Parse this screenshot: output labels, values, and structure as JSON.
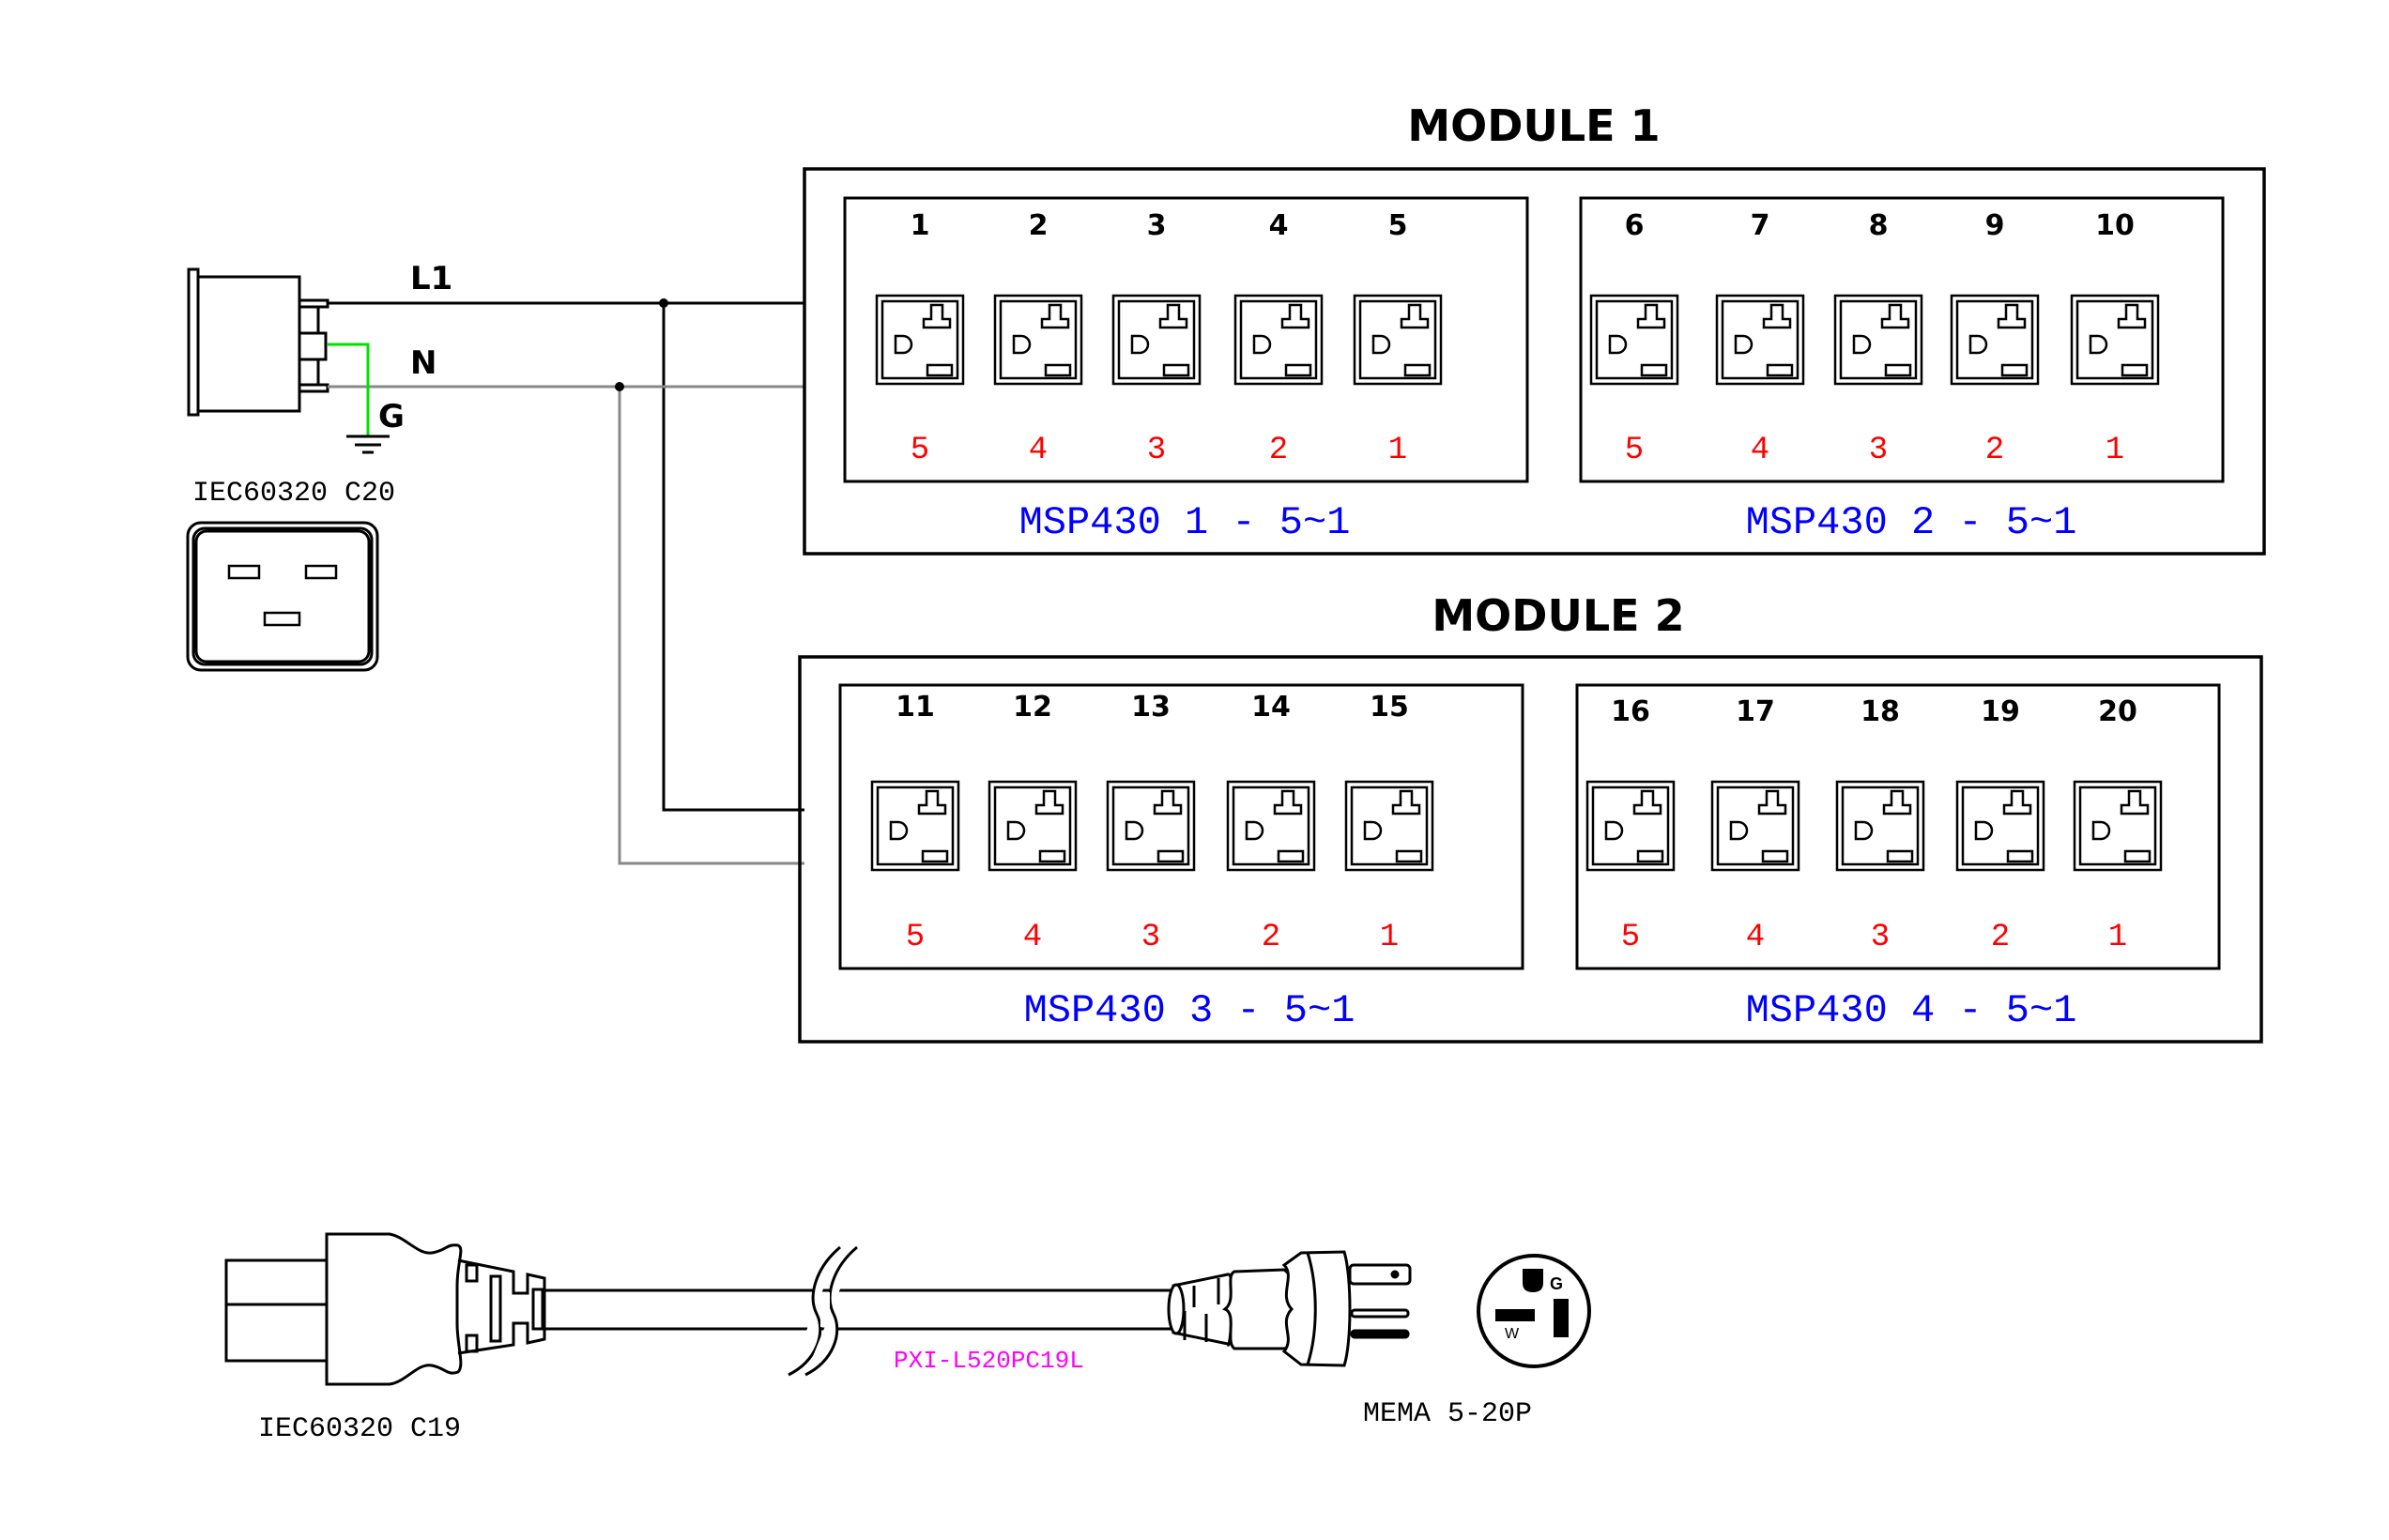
{
  "colors": {
    "line": "#000000",
    "neutral_wire": "#888888",
    "ground_wire": "#00e000",
    "port_number": "#ff0000",
    "group_label": "#0000ff",
    "cord_label": "#ff00ff"
  },
  "inlet": {
    "name": "IEC60320 C20",
    "wires": [
      {
        "label": "L1",
        "role": "line"
      },
      {
        "label": "N",
        "role": "neutral"
      },
      {
        "label": "G",
        "role": "ground"
      }
    ]
  },
  "modules": [
    {
      "title": "MODULE 1",
      "groups": [
        {
          "label": "MSP430 1 - 5~1",
          "outlets": [
            "1",
            "2",
            "3",
            "4",
            "5"
          ],
          "ports": [
            "5",
            "4",
            "3",
            "2",
            "1"
          ]
        },
        {
          "label": "MSP430 2 - 5~1",
          "outlets": [
            "6",
            "7",
            "8",
            "9",
            "10"
          ],
          "ports": [
            "5",
            "4",
            "3",
            "2",
            "1"
          ]
        }
      ]
    },
    {
      "title": "MODULE 2",
      "groups": [
        {
          "label": "MSP430 3 - 5~1",
          "outlets": [
            "11",
            "12",
            "13",
            "14",
            "15"
          ],
          "ports": [
            "5",
            "4",
            "3",
            "2",
            "1"
          ]
        },
        {
          "label": "MSP430 4 - 5~1",
          "outlets": [
            "16",
            "17",
            "18",
            "19",
            "20"
          ],
          "ports": [
            "5",
            "4",
            "3",
            "2",
            "1"
          ]
        }
      ]
    }
  ],
  "cord": {
    "connector_left": "IEC60320 C19",
    "part_number": "PXI-L520PC19L",
    "connector_right": "MEMA 5-20P",
    "plug_face_labels": {
      "ground": "G",
      "neutral": "W"
    }
  }
}
